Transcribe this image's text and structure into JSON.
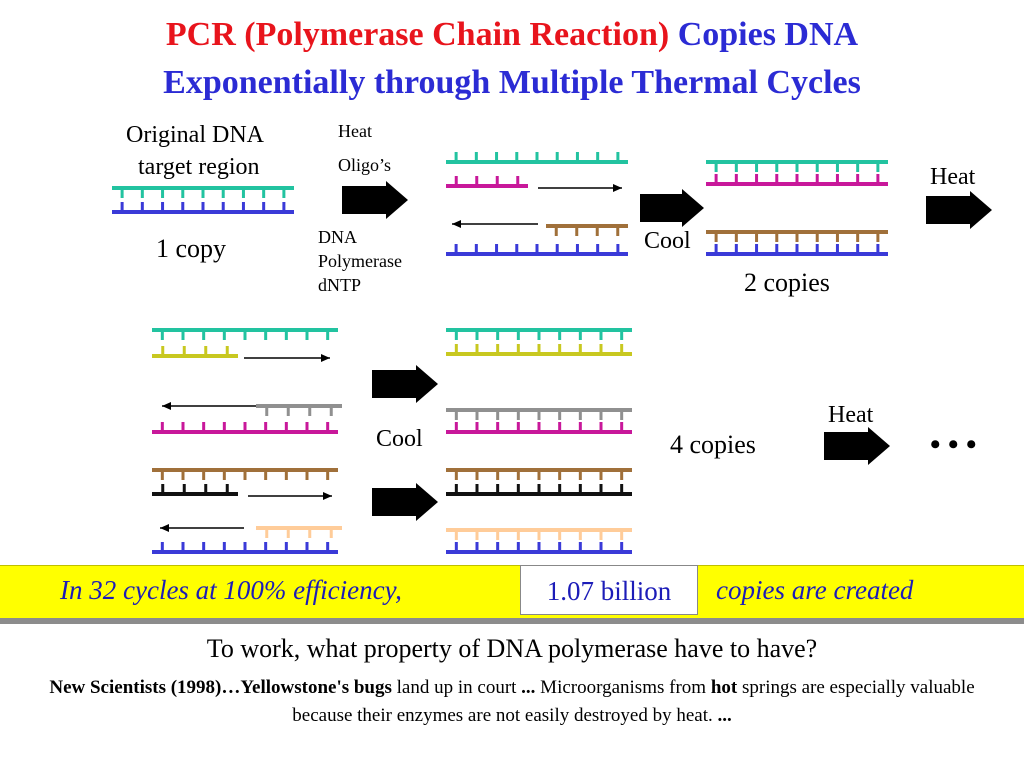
{
  "title": {
    "line1_red": "PCR (Polymerase Chain Reaction)",
    "line1_blue": "Copies DNA",
    "line2": "Exponentially through Multiple Thermal Cycles"
  },
  "labels": {
    "original_dna_line1": "Original DNA",
    "original_dna_line2": "target region",
    "one_copy": "1 copy",
    "heat1": "Heat",
    "oligos": "Oligo’s",
    "dna": "DNA",
    "polymerase": "Polymerase",
    "dntp": "dNTP",
    "cool1": "Cool",
    "two_copies": "2 copies",
    "heat2": "Heat",
    "cool2": "Cool",
    "four_copies": "4 copies",
    "heat3": "Heat",
    "ellipsis": "• • •"
  },
  "banner": {
    "left": "In 32 cycles at 100% efficiency,",
    "highlight": "1.07 billion",
    "right": "copies are created"
  },
  "question": "To work, what property of DNA polymerase have to have?",
  "citation": {
    "bold1": "New Scientists (1998)…Yellowstone's bugs",
    "text1": " land up in court ",
    "bold2": "...",
    "text2": " Microorganisms from ",
    "bold3": "hot",
    "text3": " springs are especially valuable because their enzymes are not easily destroyed by heat. ",
    "bold4": "..."
  },
  "colors": {
    "teal": "#22c3a0",
    "blue": "#3a3ad8",
    "magenta": "#c8189a",
    "brown": "#a0703a",
    "yellow": "#c8c820",
    "gray": "#909090",
    "black": "#111111",
    "peach": "#ffcc99",
    "title_red": "#e8141c",
    "title_blue": "#2b2bd4",
    "banner": "#ffff00"
  }
}
